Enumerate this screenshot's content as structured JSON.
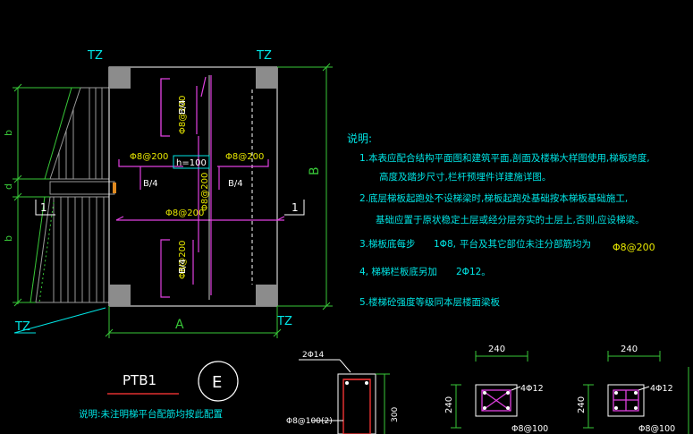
{
  "colors": {
    "background": "#000000",
    "cyan": "#00e5e5",
    "green": "#38c838",
    "magenta": "#e040e0",
    "white": "#ffffff",
    "gray": "#9a9a9a",
    "red": "#e03030",
    "yellow": "#e8e800",
    "orange": "#e08a20"
  },
  "plan": {
    "tz_top_left": "TZ",
    "tz_top_right": "TZ",
    "tz_bottom_left": "TZ",
    "tz_bottom_right": "TZ",
    "dim_b_upper": "b",
    "dim_d": "d",
    "dim_b_lower": "b",
    "dim_B": "B",
    "dim_A": "A",
    "section_mark_left": "1",
    "section_mark_right": "1",
    "rebar_top": "Φ8@200",
    "rebar_left": "Φ8@200",
    "rebar_right": "Φ8@200",
    "rebar_center": "Φ8@200",
    "rebar_middle_h": "Φ8@200",
    "rebar_bottom": "Φ8@200",
    "b4_top": "B/4",
    "b4_left": "B/4",
    "b4_right": "B/4",
    "b4_bottom": "B/4",
    "h_label": "h=100"
  },
  "notes": {
    "heading": "说明:",
    "line1": "1.本表应配合结构平面图和建筑平面,剖面及楼梯大样图使用,梯板跨度,",
    "line1b": "高度及踏步尺寸,栏杆预埋件详建施详图。",
    "line2": "2.底层梯板起跑处不设梯梁时,梯板起跑处基础按本梯板基础施工,",
    "line2b": "基础应置于原状稳定土层或经分层夯实的土层上,否则,应设梯梁。",
    "line3": "3.梯板底每步",
    "line3_bar": "1Φ8,",
    "line3_rest": "平台及其它部位未注分部筋均为",
    "line3_rebar": "Φ8@200",
    "line4": "4, 梯梯栏板底另加",
    "line4_bar": "2Φ12。",
    "line5": "5.楼梯砼强度等级同本层楼面梁板"
  },
  "title_block": {
    "name": "PTB1",
    "circle_label": "E",
    "note": "说明:未注明梯平台配筋均按此配置"
  },
  "details": {
    "beam_top_bar": "2Φ14",
    "beam_stirrup": "Φ8@100(2)",
    "beam_height": "300",
    "col1_width": "240",
    "col1_height": "240",
    "col1_bars": "4Φ12",
    "col1_stirrup": "Φ8@100",
    "col2_width": "240",
    "col2_height": "240",
    "col2_bars": "4Φ12",
    "col2_stirrup": "Φ8@100"
  }
}
